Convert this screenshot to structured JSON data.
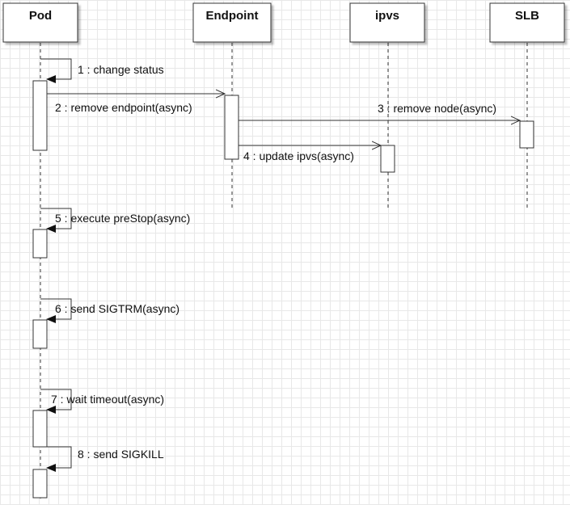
{
  "actors": [
    {
      "id": "pod",
      "label": "Pod"
    },
    {
      "id": "endpoint",
      "label": "Endpoint"
    },
    {
      "id": "ipvs",
      "label": "ipvs"
    },
    {
      "id": "slb",
      "label": "SLB"
    }
  ],
  "messages": [
    {
      "id": "m1",
      "label": "1 : change status",
      "from": "pod",
      "to": "pod"
    },
    {
      "id": "m2",
      "label": "2 : remove endpoint(async)",
      "from": "pod",
      "to": "endpoint"
    },
    {
      "id": "m3",
      "label": "3 : remove node(async)",
      "from": "endpoint",
      "to": "slb"
    },
    {
      "id": "m4",
      "label": "4 : update ipvs(async)",
      "from": "endpoint",
      "to": "ipvs"
    },
    {
      "id": "m5",
      "label": "5 : execute preStop(async)",
      "from": "pod",
      "to": "pod"
    },
    {
      "id": "m6",
      "label": "6 : send SIGTRM(async)",
      "from": "pod",
      "to": "pod"
    },
    {
      "id": "m7",
      "label": "7 : wait timeout(async)",
      "from": "pod",
      "to": "pod"
    },
    {
      "id": "m8",
      "label": "8 : send SIGKILL",
      "from": "pod",
      "to": "pod"
    }
  ]
}
